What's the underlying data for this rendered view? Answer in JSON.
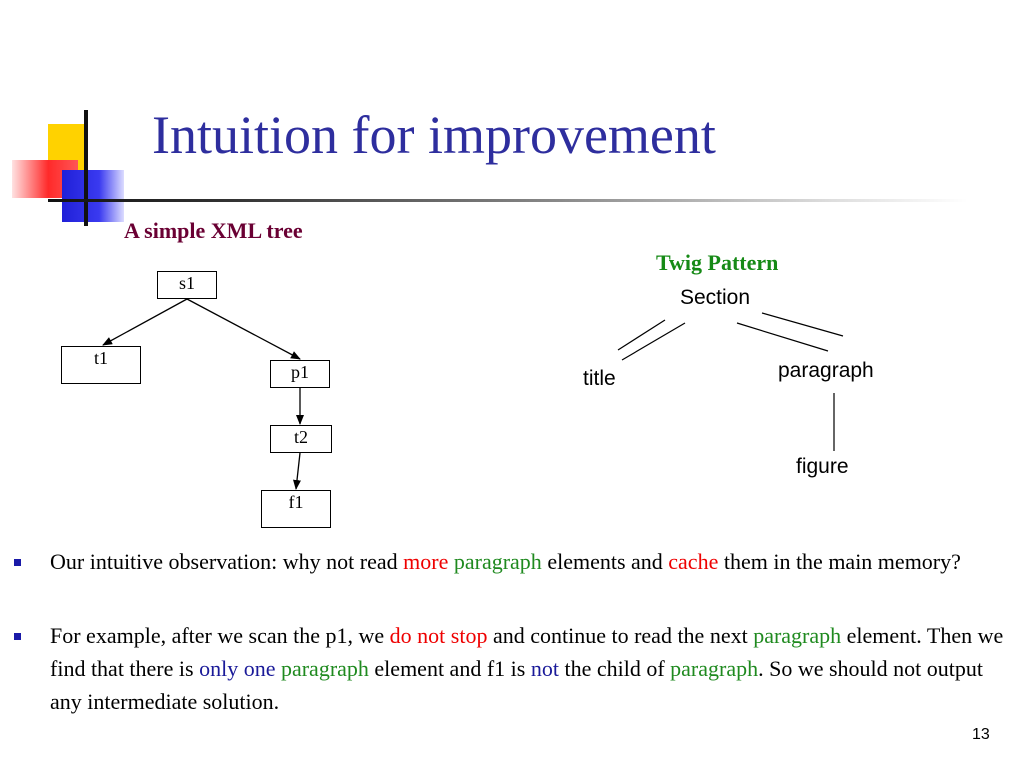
{
  "slide": {
    "title": "Intuition for improvement",
    "page_number": "13"
  },
  "xml_tree": {
    "heading": "A simple XML tree",
    "nodes": {
      "s1": "s1",
      "t1": "t1",
      "p1": "p1",
      "t2": "t2",
      "f1": "f1"
    }
  },
  "twig_pattern": {
    "heading": "Twig Pattern",
    "nodes": {
      "section": "Section",
      "title": "title",
      "paragraph": "paragraph",
      "figure": "figure"
    }
  },
  "bullets": [
    {
      "segments": [
        {
          "text": "Our intuitive observation: why not read ",
          "color": "black"
        },
        {
          "text": "more",
          "color": "red"
        },
        {
          "text": " ",
          "color": "black"
        },
        {
          "text": "paragraph",
          "color": "green"
        },
        {
          "text": " elements and ",
          "color": "black"
        },
        {
          "text": "cache",
          "color": "red"
        },
        {
          "text": " them in the main memory?",
          "color": "black"
        }
      ]
    },
    {
      "segments": [
        {
          "text": "For example, after we scan the p1, we ",
          "color": "black"
        },
        {
          "text": "do not stop",
          "color": "red"
        },
        {
          "text": " and continue to read the next ",
          "color": "black"
        },
        {
          "text": "paragraph",
          "color": "green"
        },
        {
          "text": " element. Then we find that there is ",
          "color": "black"
        },
        {
          "text": "only one",
          "color": "blue"
        },
        {
          "text": " ",
          "color": "black"
        },
        {
          "text": "paragraph",
          "color": "green"
        },
        {
          "text": " element and f1 is ",
          "color": "black"
        },
        {
          "text": "not",
          "color": "blue"
        },
        {
          "text": " the child of ",
          "color": "black"
        },
        {
          "text": "paragraph",
          "color": "green"
        },
        {
          "text": ". So we should not output any intermediate solution.",
          "color": "black"
        }
      ]
    }
  ],
  "colors": {
    "title": "#2e2e9e",
    "xml_heading": "#6a0033",
    "twig_heading": "#168a16",
    "highlight_red": "#ee0000",
    "highlight_green": "#1f8a1f",
    "highlight_blue": "#1a1a99",
    "bullet": "#1a1aa8"
  },
  "icons": {
    "logo": "slide-corner-logo",
    "bullet": "square-bullet-icon"
  }
}
